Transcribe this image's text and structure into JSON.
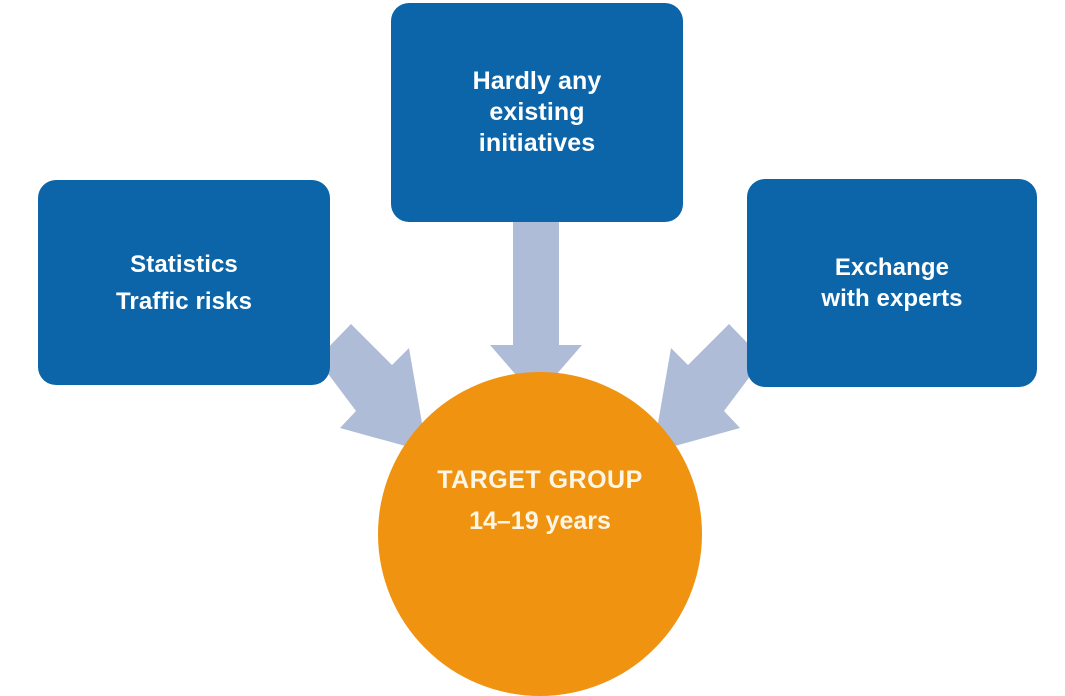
{
  "diagram": {
    "type": "convergent-arrow-diagram",
    "background_color": "#ffffff",
    "palette": {
      "box_blue": "#0b65a8",
      "arrow_blue_grey": "#afbcd8",
      "circle_orange": "#ef9310",
      "box_text": "#ffffff",
      "circle_text": "#fdf6e6"
    },
    "nodes": {
      "top": {
        "line1": "Hardly any",
        "line2": "existing",
        "line3": "initiatives"
      },
      "left": {
        "line1": "Statistics",
        "line2": "Traffic risks"
      },
      "right": {
        "line1": "Exchange",
        "line2": "with experts"
      },
      "center": {
        "title": "TARGET GROUP",
        "subtitle": "14–19 years"
      }
    },
    "connectors": [
      {
        "name": "arrow-top-to-center",
        "from": "top",
        "to": "center",
        "direction": "down"
      },
      {
        "name": "arrow-left-to-center",
        "from": "left",
        "to": "center",
        "direction": "down-right"
      },
      {
        "name": "arrow-right-to-center",
        "from": "right",
        "to": "center",
        "direction": "down-left"
      }
    ]
  }
}
